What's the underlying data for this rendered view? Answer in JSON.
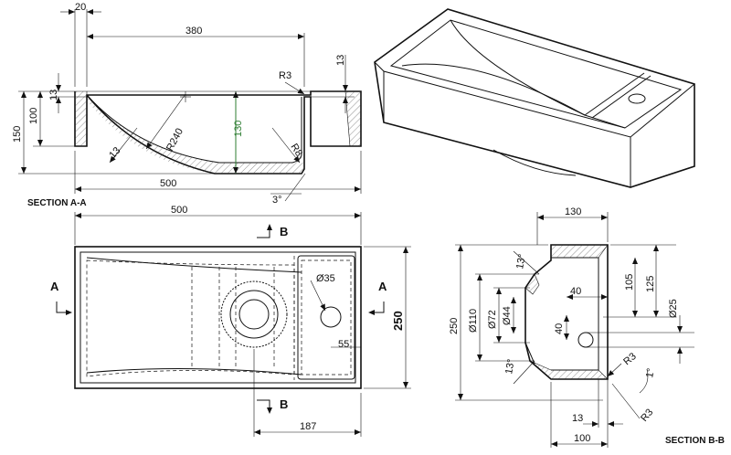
{
  "sections": {
    "section_aa_label": "SECTION A-A",
    "section_bb_label": "SECTION B-B",
    "cut_a": "A",
    "cut_b": "B"
  },
  "section_aa": {
    "dim_20": "20",
    "dim_380": "380",
    "dim_r3": "R3",
    "dim_13_right": "13",
    "dim_13_left": "13",
    "dim_100": "100",
    "dim_150": "150",
    "dim_r240": "R240",
    "dim_130": "130",
    "dim_r8": "R8",
    "dim_13_slope": "13",
    "dim_500": "500",
    "dim_3deg": "3°"
  },
  "plan_view": {
    "dim_500": "500",
    "dim_dia35": "Ø35",
    "dim_55": "55",
    "dim_250": "250",
    "dim_187": "187"
  },
  "section_bb": {
    "dim_130": "130",
    "dim_13deg_top": "13°",
    "dim_105": "105",
    "dim_125": "125",
    "dim_40_h": "40",
    "dim_250": "250",
    "dim_dia110": "Ø110",
    "dim_dia72": "Ø72",
    "dim_dia44": "Ø44",
    "dim_dia25": "Ø25",
    "dim_40_v": "40",
    "dim_13deg_bottom": "13°",
    "dim_r3_a": "R3",
    "dim_1deg": "1°",
    "dim_r3_b": "R3",
    "dim_13": "13",
    "dim_100": "100"
  }
}
